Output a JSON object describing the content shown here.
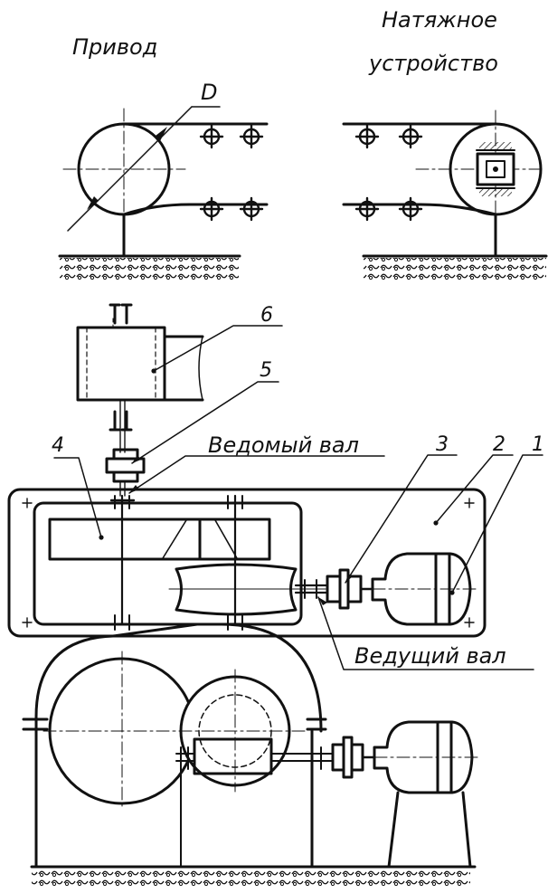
{
  "labels": {
    "drive": "Привод",
    "tensioner_line1": "Натяжное",
    "tensioner_line2": "устройство",
    "diameter": "D",
    "driven_shaft": "Ведомый вал",
    "drive_shaft": "Ведущий вал"
  },
  "callouts": {
    "n1": "1",
    "n2": "2",
    "n3": "3",
    "n4": "4",
    "n5": "5",
    "n6": "6"
  },
  "colors": {
    "ink": "#111111",
    "paper": "#ffffff"
  }
}
